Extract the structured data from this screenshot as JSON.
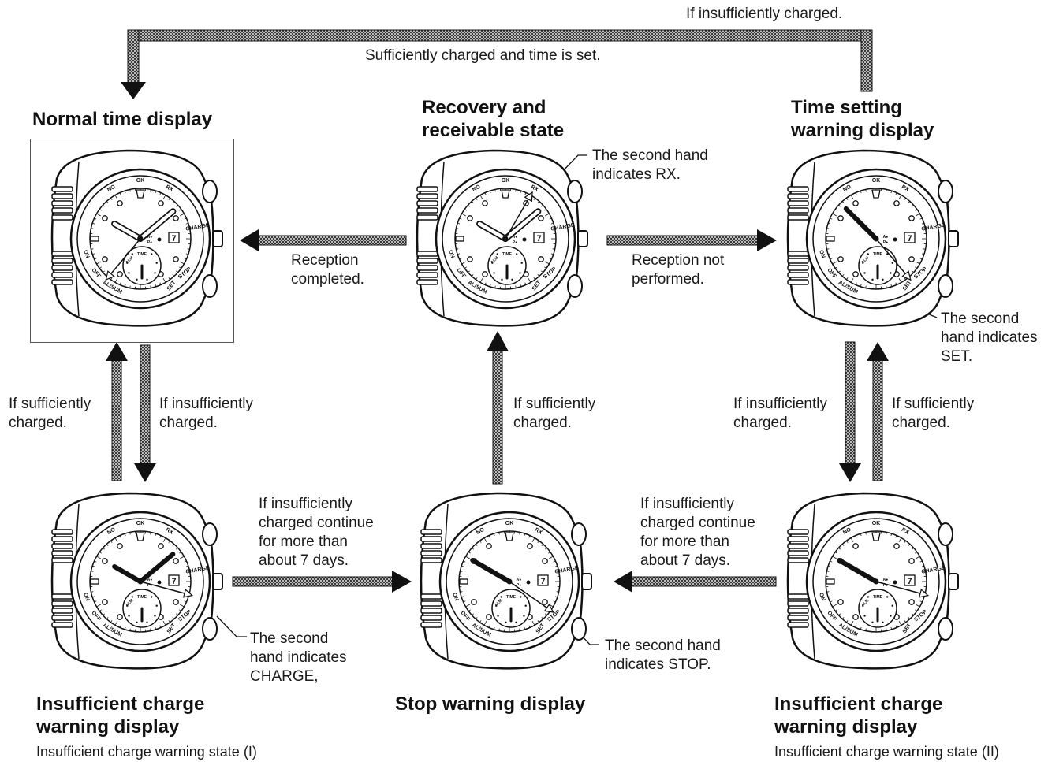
{
  "top_loop": {
    "outer_label": "If insufficiently charged.",
    "inner_label": "Sufficiently charged and time is set."
  },
  "states": {
    "normal": {
      "title": "Normal time display"
    },
    "recovery": {
      "title_line1": "Recovery and",
      "title_line2": "receivable state"
    },
    "time_setting": {
      "title_line1": "Time setting",
      "title_line2": "warning display"
    },
    "insufficient_1": {
      "title_line1": "Insufficient charge",
      "title_line2": "warning display",
      "subtitle": "Insufficient charge warning state (I)"
    },
    "stop": {
      "title": "Stop warning display"
    },
    "insufficient_2": {
      "title_line1": "Insufficient charge",
      "title_line2": "warning display",
      "subtitle": "Insufficient charge warning state (II)"
    }
  },
  "transitions": {
    "reception_completed": [
      "Reception",
      "completed."
    ],
    "reception_not_performed": [
      "Reception not",
      "performed."
    ],
    "left_up": [
      "If sufficiently",
      "charged."
    ],
    "left_down": [
      "If insufficiently",
      "charged."
    ],
    "middle_up": [
      "If sufficiently",
      "charged."
    ],
    "right_down": [
      "If insufficiently",
      "charged."
    ],
    "right_up": [
      "If sufficiently",
      "charged."
    ],
    "bottom_left": [
      "If insufficiently",
      "charged continue",
      "for more than",
      "about 7 days."
    ],
    "bottom_right": [
      "If insufficiently",
      "charged continue",
      "for more than",
      "about 7 days."
    ]
  },
  "callouts": {
    "rx": [
      "The second hand",
      "indicates RX."
    ],
    "set": [
      "The second",
      "hand indicates",
      "SET."
    ],
    "charge": [
      "The second",
      "hand indicates",
      "CHARGE,"
    ],
    "stop": [
      "The second hand",
      "indicates STOP."
    ]
  },
  "dial_labels": {
    "no": "NO",
    "ok": "OK",
    "rx": "RX",
    "charge": "CHARGE",
    "stop": "STOP",
    "set": "SET",
    "al_sum": "AL/SUM",
    "off": "OFF",
    "on": "ON",
    "time": "TIME",
    "date": "7",
    "alm": "ALM",
    "ap": "A●",
    "po": "P●"
  },
  "colors": {
    "line": "#111111",
    "arrow_fill": "#888888",
    "background": "#ffffff"
  }
}
